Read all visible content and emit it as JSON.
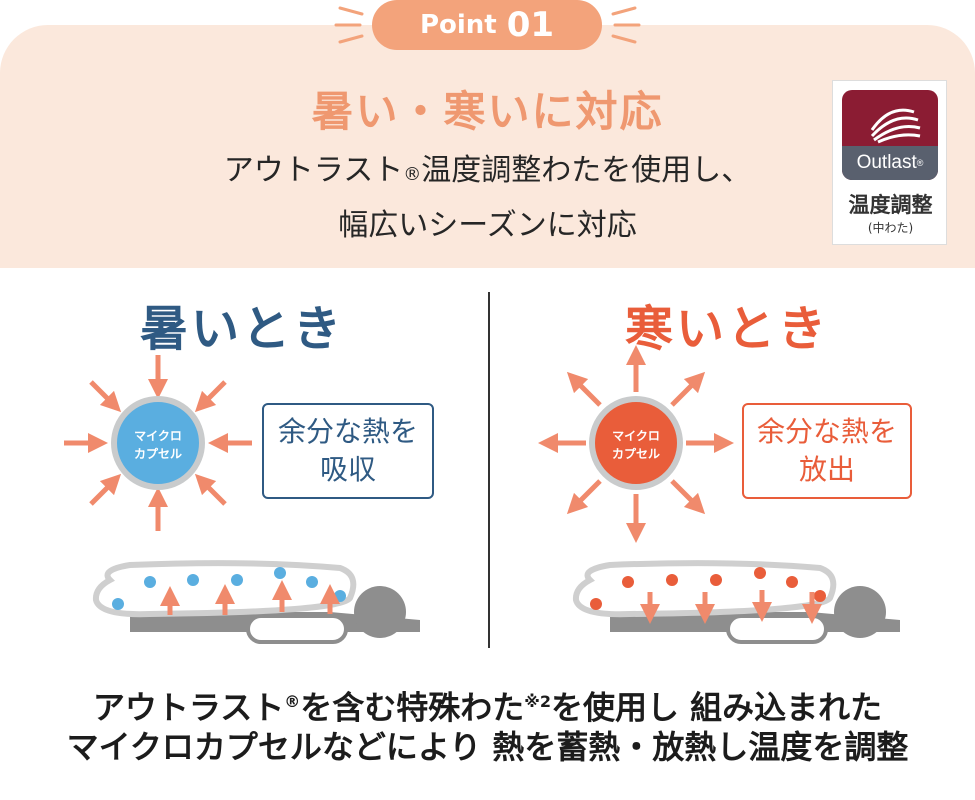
{
  "point": {
    "word": "Point",
    "number": "01"
  },
  "headline": "暑い・寒いに対応",
  "subtitle": {
    "line1_before": "アウトラスト",
    "registered": "®",
    "line1_after": "温度調整わたを使用し、",
    "line2": "幅広いシーズンに対応"
  },
  "logo": {
    "brand": "Outlast",
    "registered": "®",
    "label": "温度調整",
    "note": "(中わた)"
  },
  "hot_panel": {
    "title": "暑いとき",
    "capsule_line1": "マイクロ",
    "capsule_line2": "カプセル",
    "label_line1": "余分な熱を",
    "label_line2": "吸収"
  },
  "cold_panel": {
    "title": "寒いとき",
    "capsule_line1": "マイクロ",
    "capsule_line2": "カプセル",
    "label_line1": "余分な熱を",
    "label_line2": "放出"
  },
  "caption": {
    "line1_a": "アウトラスト",
    "line1_reg": "®",
    "line1_b": "を含む特殊わた",
    "line1_sup": "※2",
    "line1_c": "を使用し 組み込まれた",
    "line2": "マイクロカプセルなどにより 熱を蓄熱・放熱し温度を調整"
  },
  "colors": {
    "band": "#fbe8dc",
    "badge": "#f3a37b",
    "headline": "#ef9870",
    "hot": "#2f5a83",
    "hot_dot": "#5aaee0",
    "cold": "#e95d3a",
    "arrow": "#f08a6c",
    "logo_red": "#8b1c33",
    "logo_gray": "#59606e"
  }
}
